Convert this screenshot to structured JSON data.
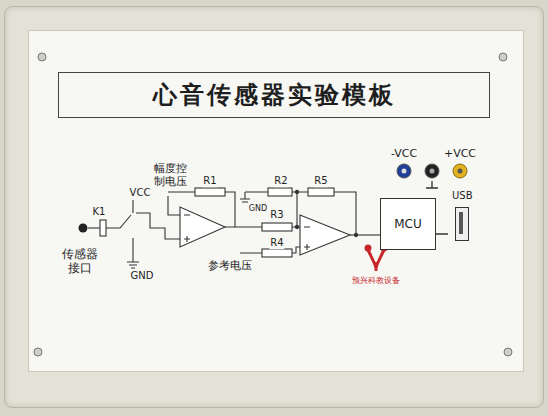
{
  "diagram": {
    "title": "心音传感器实验模板",
    "nodes": [
      {
        "text": [
          "MCU"
        ]
      },
      {
        "text": [
          "USB"
        ]
      }
    ],
    "edges": [
      {
        "from": 0,
        "to": 1,
        "arrow": "none"
      }
    ],
    "labels": [
      "幅度控制电压",
      "VCC",
      "R1",
      "R2",
      "GND",
      "R5",
      "K1",
      "R3",
      "R4",
      "传感器接口",
      "GND",
      "参考电压",
      "-VCC",
      "+VCC",
      "预兴科教设备"
    ]
  }
}
